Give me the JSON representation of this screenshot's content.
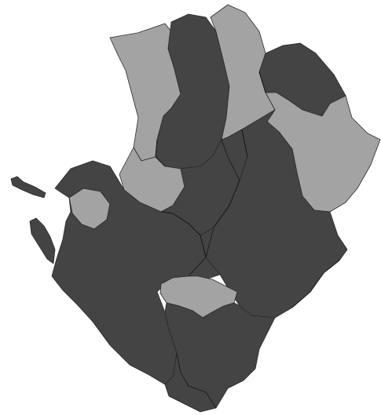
{
  "map": {
    "colors": {
      "dark": "#444444",
      "light": "#a3a3a3",
      "background": "#ffffff",
      "border": "#2a2a2a"
    },
    "regions": [
      {
        "name": "region-north-left",
        "shade": "light"
      },
      {
        "name": "region-north-center",
        "shade": "dark"
      },
      {
        "name": "region-north-right",
        "shade": "light"
      },
      {
        "name": "region-northeast",
        "shade": "dark"
      },
      {
        "name": "region-east",
        "shade": "light"
      },
      {
        "name": "region-west-middle",
        "shade": "light"
      },
      {
        "name": "region-center",
        "shade": "dark"
      },
      {
        "name": "region-center-right",
        "shade": "dark"
      },
      {
        "name": "region-island-inland",
        "shade": "light"
      },
      {
        "name": "region-west-coast",
        "shade": "dark"
      },
      {
        "name": "region-south-center",
        "shade": "light"
      },
      {
        "name": "region-south",
        "shade": "dark"
      }
    ]
  }
}
